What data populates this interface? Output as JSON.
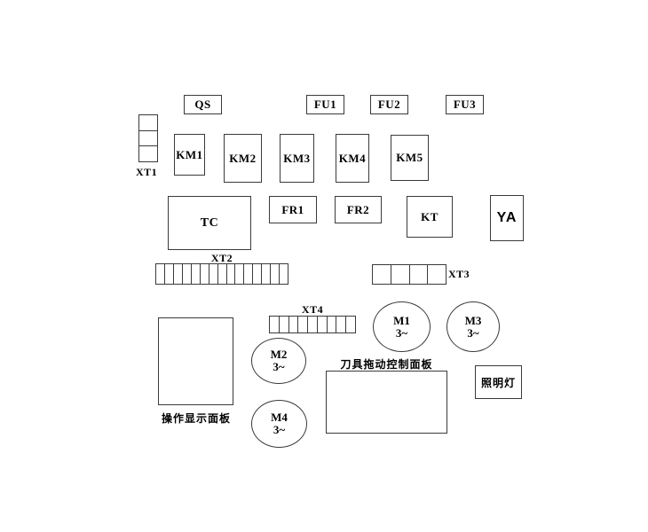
{
  "colors": {
    "line": "#3a3a3a",
    "text": "#000000",
    "background": "#ffffff"
  },
  "boxes": {
    "qs": {
      "label": "QS"
    },
    "fu1": {
      "label": "FU1"
    },
    "fu2": {
      "label": "FU2"
    },
    "fu3": {
      "label": "FU3"
    },
    "km1": {
      "label": "KM1"
    },
    "km2": {
      "label": "KM2"
    },
    "km3": {
      "label": "KM3"
    },
    "km4": {
      "label": "KM4"
    },
    "km5": {
      "label": "KM5"
    },
    "tc": {
      "label": "TC"
    },
    "fr1": {
      "label": "FR1"
    },
    "fr2": {
      "label": "FR2"
    },
    "kt": {
      "label": "KT"
    },
    "ya": {
      "label": "YA"
    },
    "lamp": {
      "label": "照明灯"
    }
  },
  "strips": {
    "xt1": {
      "label": "XT1",
      "cells": 3
    },
    "xt2": {
      "label": "XT2",
      "cells": 15
    },
    "xt3": {
      "label": "XT3",
      "cells": 4
    },
    "xt4": {
      "label": "XT4",
      "cells": 9
    }
  },
  "motors": {
    "m1": {
      "name": "M1",
      "phase": "3~"
    },
    "m2": {
      "name": "M2",
      "phase": "3~"
    },
    "m3": {
      "name": "M3",
      "phase": "3~"
    },
    "m4": {
      "name": "M4",
      "phase": "3~"
    }
  },
  "panels": {
    "operation": {
      "label": "操作显示面板"
    },
    "tool": {
      "label": "刀具拖动控制面板"
    }
  }
}
